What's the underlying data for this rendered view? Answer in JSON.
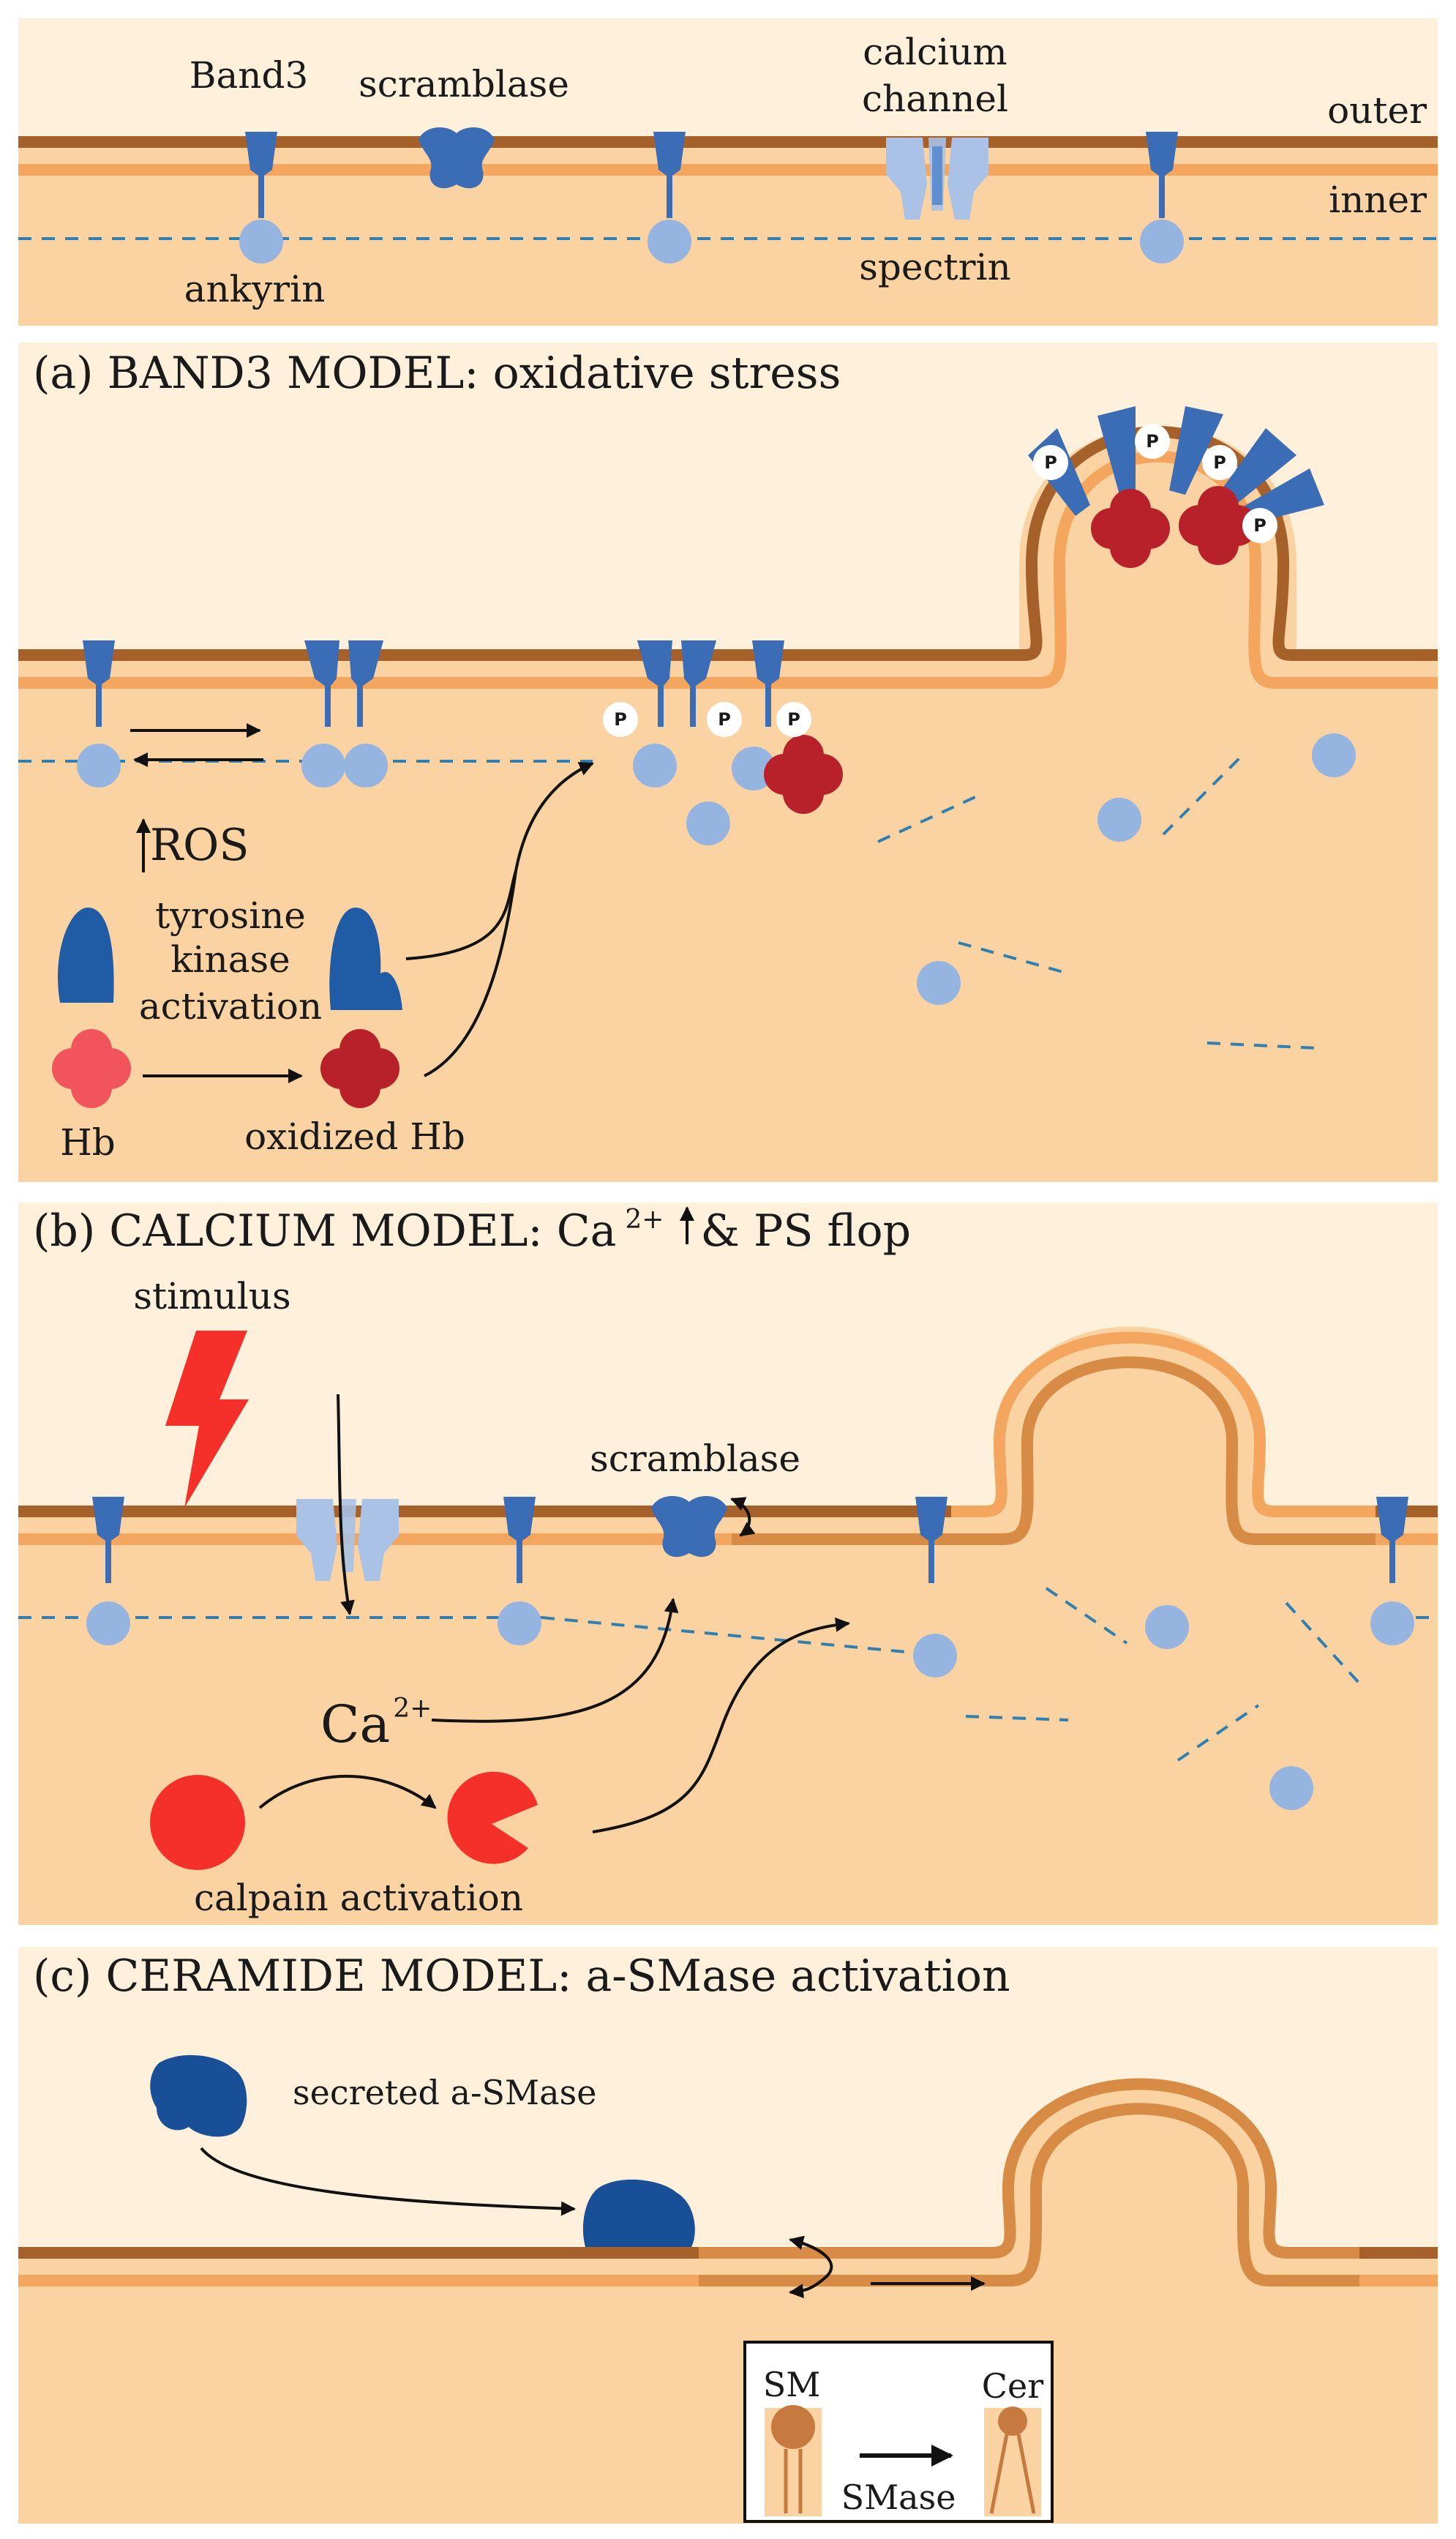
{
  "colors": {
    "outer_bg": "#FEF0DA",
    "inner_bg": "#FBD3A2",
    "outer_leaflet": "#A6602A",
    "inner_leaflet": "#F4A65E",
    "band3": "#3A6DB5",
    "ankyrin": "#96B4E0",
    "calcium_channel": "#A9C2E6",
    "spectrin": "#2F7FB0",
    "kinase": "#1F5CA5",
    "hb": "#F2545B",
    "oxidized_hb": "#B8202A",
    "calpain": "#F5302B",
    "asmase": "#184F96",
    "stimulus": "#F5302B",
    "arrow": "#111111"
  },
  "top_panel": {
    "band3": "Band3",
    "scramblase": "scramblase",
    "calcium_channel_line1": "calcium",
    "calcium_channel_line2": "channel",
    "outer": "outer",
    "inner": "inner",
    "ankyrin": "ankyrin",
    "spectrin": "spectrin"
  },
  "panel_a": {
    "title": "(a) BAND3 MODEL: oxidative stress",
    "ros": "ROS",
    "kinase_line1": "tyrosine",
    "kinase_line2": "kinase",
    "kinase_line3": "activation",
    "hb": "Hb",
    "oxidized_hb": "oxidized Hb",
    "phospho": "P"
  },
  "panel_b": {
    "title_prefix": "(b) CALCIUM MODEL: Ca",
    "title_sup": "2+",
    "title_suffix": "& PS flop",
    "stimulus": "stimulus",
    "scramblase": "scramblase",
    "ca": "Ca",
    "ca_sup": "2+",
    "calpain": "calpain activation"
  },
  "panel_c": {
    "title": "(c) CERAMIDE MODEL: a-SMase activation",
    "secreted": "secreted a-SMase",
    "sm": "SM",
    "cer": "Cer",
    "smase": "SMase"
  }
}
